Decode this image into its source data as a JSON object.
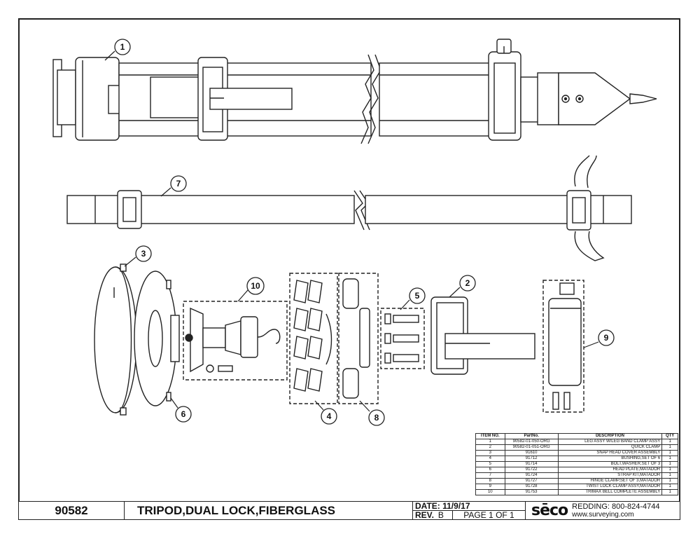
{
  "callouts": [
    "1",
    "2",
    "3",
    "4",
    "5",
    "6",
    "7",
    "8",
    "9",
    "10"
  ],
  "parts_table": {
    "headers": [
      "ITEM NO.",
      "PartNo.",
      "DESCRIPTION",
      "QTY"
    ],
    "rows": [
      {
        "item": "1",
        "part": "90582-01-050-ORG",
        "desc": "LEG ASSY W/LEG BAND CLAMP ASSY",
        "qty": "1"
      },
      {
        "item": "2",
        "part": "90582-01-051-ORG",
        "desc": "QUICK CLAMP",
        "qty": "1"
      },
      {
        "item": "3",
        "part": "91610",
        "desc": "SNAP HEAD COVER ASSEMBLY",
        "qty": "1"
      },
      {
        "item": "4",
        "part": "91712",
        "desc": "BUSHING,SET OF 6",
        "qty": "1"
      },
      {
        "item": "5",
        "part": "91714",
        "desc": "BOLT,WASHER,SET OF 3",
        "qty": "1"
      },
      {
        "item": "6",
        "part": "91722",
        "desc": "HEAD PLATE,MATADOR",
        "qty": "1"
      },
      {
        "item": "7",
        "part": "91724",
        "desc": "STRAP KIT,MATADOR",
        "qty": "1"
      },
      {
        "item": "8",
        "part": "91727",
        "desc": "HINGE CLAMP,SET OF 3,MATADOR",
        "qty": "1"
      },
      {
        "item": "9",
        "part": "91728",
        "desc": "TWIST LOCK CLAMP ASSY,MATADOR",
        "qty": "1"
      },
      {
        "item": "10",
        "part": "91753",
        "desc": "TRIMAX BELL COMPLETE ASSEMBLY",
        "qty": "1"
      }
    ]
  },
  "title_block": {
    "drawing_number": "90582",
    "title": "TRIPOD,DUAL LOCK,FIBERGLASS",
    "date_label": "DATE:",
    "date": "11/9/17",
    "rev_label": "REV.",
    "rev": "B",
    "page": "PAGE 1 OF 1",
    "logo": "sēco",
    "phone": "REDDING: 800-824-4744",
    "website": "www.surveying.com"
  }
}
